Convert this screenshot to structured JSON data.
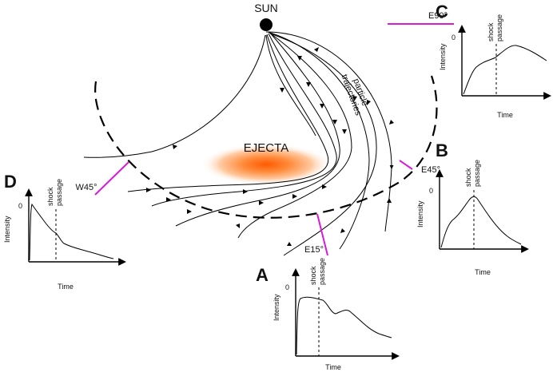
{
  "sun_label": "SUN",
  "ejecta_label": "EJECTA",
  "trajectory_label_1": "particle",
  "trajectory_label_2": "trajectories",
  "colors": {
    "observer_line": "#d81bd8",
    "ejecta_core": "#ff6a00"
  },
  "observers": [
    {
      "id": "A",
      "position": "E15°"
    },
    {
      "id": "B",
      "position": "E45°"
    },
    {
      "id": "C",
      "position": "E90°"
    },
    {
      "id": "D",
      "position": "W45°"
    }
  ],
  "panels": [
    {
      "id": "A",
      "ylabel": "Intensity",
      "xlabel": "Time",
      "zero": "0",
      "shock1": "shock",
      "shock2": "passage"
    },
    {
      "id": "B",
      "ylabel": "Intensity",
      "xlabel": "Time",
      "zero": "0",
      "shock1": "shock",
      "shock2": "passage"
    },
    {
      "id": "C",
      "ylabel": "Intensity",
      "xlabel": "Time",
      "zero": "0",
      "shock1": "shock",
      "shock2": "passage"
    },
    {
      "id": "D",
      "ylabel": "Intensity",
      "xlabel": "Time",
      "zero": "0",
      "shock1": "shock",
      "shock2": "passage"
    }
  ]
}
